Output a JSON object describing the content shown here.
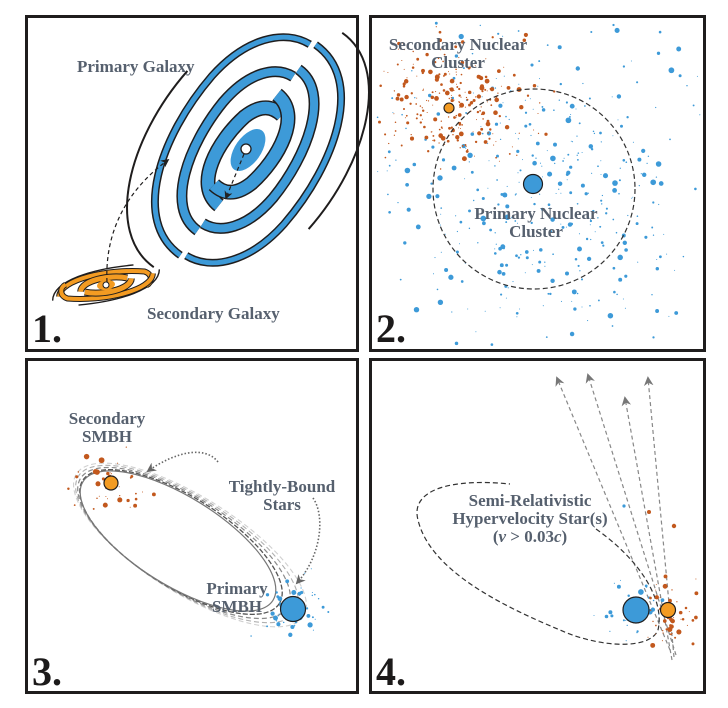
{
  "figure": {
    "title": "Four-stage SMBH merger producing semi-relativistic hypervelocity stars",
    "colors": {
      "frame": "#1f1d1d",
      "primary_blue": "#3d9ad8",
      "secondary_orange": "#f39b22",
      "secondary_stars": "#c2581d",
      "label_text": "#56606e",
      "dashed_line": "#333333",
      "trajectory_gray": "#808080"
    },
    "panels": [
      {
        "number": "1.",
        "labels": {
          "primary": "Primary Galaxy",
          "secondary": "Secondary Galaxy"
        }
      },
      {
        "number": "2.",
        "labels": {
          "secondary_line1": "Secondary Nuclear",
          "secondary_line2": "Cluster",
          "primary_line1": "Primary Nuclear",
          "primary_line2": "Cluster"
        }
      },
      {
        "number": "3.",
        "labels": {
          "secondary_line1": "Secondary",
          "secondary_line2": "SMBH",
          "bound_line1": "Tightly-Bound",
          "bound_line2": "Stars",
          "primary_line1": "Primary",
          "primary_line2": "SMBH"
        }
      },
      {
        "number": "4.",
        "labels": {
          "hvs_line1": "Semi-Relativistic",
          "hvs_line2": "Hypervelocity Star(s)",
          "hvs_line3_open": "(",
          "hvs_line3_v": "v",
          "hvs_line3_mid": " > 0.03",
          "hvs_line3_c": "c",
          "hvs_line3_close": ")"
        }
      }
    ]
  }
}
